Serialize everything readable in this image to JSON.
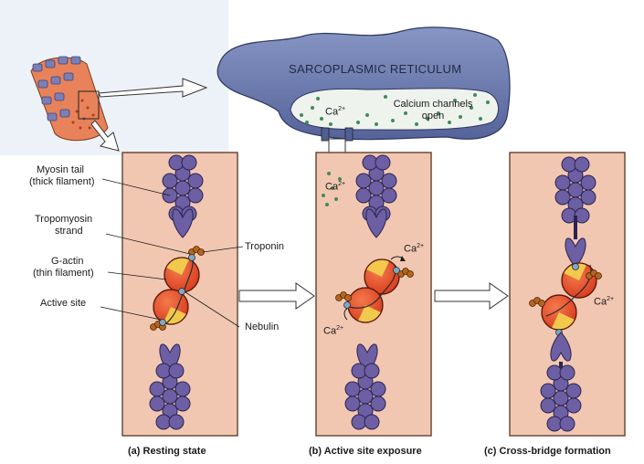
{
  "labels": {
    "sarcoplasmic_reticulum": "SARCOPLASMIC RETICULUM",
    "calcium_channels_line1": "Calcium channels",
    "calcium_channels_line2": "open",
    "myosin_tail_line1": "Myosin tail",
    "myosin_tail_line2": "(thick filament)",
    "tropomyosin_line1": "Tropomyosin",
    "tropomyosin_line2": "strand",
    "troponin": "Troponin",
    "g_actin_line1": "G-actin",
    "g_actin_line2": "(thin filament)",
    "active_site": "Active site",
    "nebulin": "Nebulin"
  },
  "calcium": {
    "base": "Ca",
    "charge": "2+"
  },
  "captions": {
    "a": "(a) Resting state",
    "b": "(b) Active site exposure",
    "c": "(c) Cross-bridge formation"
  },
  "colors": {
    "background": "#ffffff",
    "panel_fill": "#f2c7b2",
    "panel_border": "#6b4a3a",
    "reticulum": "#6f7fb0",
    "reticulum_lumen": "#eef3ee",
    "calcium_dot": "#3f8a5a",
    "myosin": "#6c5fa3",
    "actin": "#e8482a",
    "actin_highlight": "#f2c94c",
    "troponin": "#b5651d",
    "active_site": "#7fa8c8"
  }
}
